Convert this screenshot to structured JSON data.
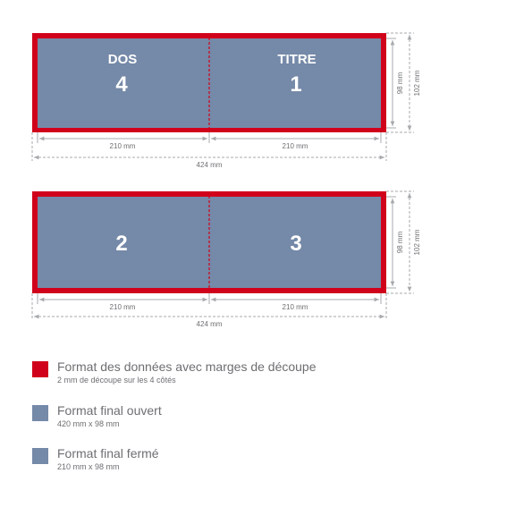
{
  "colors": {
    "bleed": "#d0021b",
    "panel": "#7589a8",
    "dim": "#a7a9ac",
    "dim_text": "#6d6e71",
    "panel_text": "#ffffff"
  },
  "layouts": [
    {
      "panels": [
        {
          "heading": "DOS",
          "number": "4"
        },
        {
          "heading": "TITRE",
          "number": "1"
        }
      ],
      "dims": {
        "panel_width": "210 mm",
        "total_width": "424 mm",
        "inner_height": "98 mm",
        "outer_height": "102 mm"
      }
    },
    {
      "panels": [
        {
          "heading": "",
          "number": "2"
        },
        {
          "heading": "",
          "number": "3"
        }
      ],
      "dims": {
        "panel_width": "210 mm",
        "total_width": "424 mm",
        "inner_height": "98 mm",
        "outer_height": "102 mm"
      }
    }
  ],
  "legend": [
    {
      "title": "Format des données avec marges de découpe",
      "subtitle": "2 mm de découpe sur les 4 côtés",
      "color": "#d0021b"
    },
    {
      "title": "Format final ouvert",
      "subtitle": "420 mm x 98 mm",
      "color": "#7589a8"
    },
    {
      "title": "Format final fermé",
      "subtitle": "210 mm x 98 mm",
      "color": "#7589a8"
    }
  ]
}
